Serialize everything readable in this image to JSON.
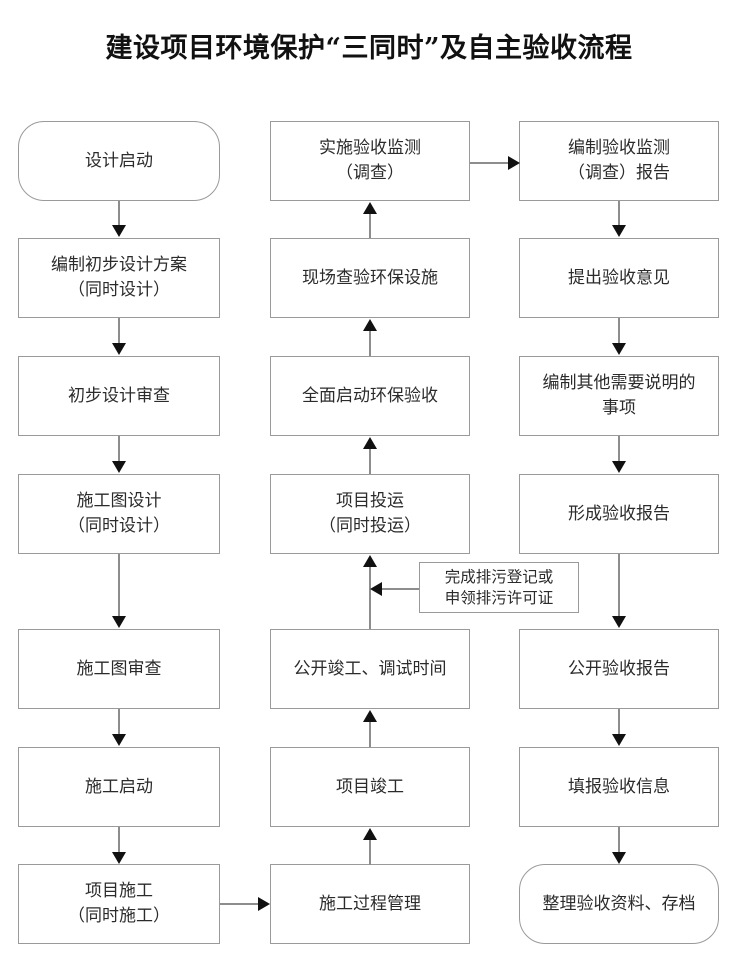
{
  "title": "建设项目环境保护“三同时”及自主验收流程",
  "colors": {
    "node_border": "#9a9a9a",
    "connector": "#8d8d8d",
    "arrowhead": "#111111",
    "text": "#2b2b2b",
    "background": "#ffffff"
  },
  "chart_data": {
    "type": "flowchart",
    "title": "建设项目环境保护“三同时”及自主验收流程",
    "columns": 3,
    "column_flow": [
      "top-to-bottom",
      "bottom-to-top",
      "top-to-bottom"
    ],
    "nodes": [
      {
        "id": "c1r1",
        "column": 1,
        "row": 1,
        "shape": "rounded",
        "label": "设计启动"
      },
      {
        "id": "c1r2",
        "column": 1,
        "row": 2,
        "shape": "rect",
        "label": "编制初步设计方案\n（同时设计）"
      },
      {
        "id": "c1r3",
        "column": 1,
        "row": 3,
        "shape": "rect",
        "label": "初步设计审查"
      },
      {
        "id": "c1r4",
        "column": 1,
        "row": 4,
        "shape": "rect",
        "label": "施工图设计\n（同时设计）"
      },
      {
        "id": "c1r5",
        "column": 1,
        "row": 5,
        "shape": "rect",
        "label": "施工图审查"
      },
      {
        "id": "c1r6",
        "column": 1,
        "row": 6,
        "shape": "rect",
        "label": "施工启动"
      },
      {
        "id": "c1r7",
        "column": 1,
        "row": 7,
        "shape": "rect",
        "label": "项目施工\n（同时施工）"
      },
      {
        "id": "c2r1",
        "column": 2,
        "row": 1,
        "shape": "rect",
        "label": "实施验收监测\n（调查）"
      },
      {
        "id": "c2r2",
        "column": 2,
        "row": 2,
        "shape": "rect",
        "label": "现场查验环保设施"
      },
      {
        "id": "c2r3",
        "column": 2,
        "row": 3,
        "shape": "rect",
        "label": "全面启动环保验收"
      },
      {
        "id": "c2r4",
        "column": 2,
        "row": 4,
        "shape": "rect",
        "label": "项目投运\n（同时投运）"
      },
      {
        "id": "c2r5",
        "column": 2,
        "row": 5,
        "shape": "rect",
        "label": "公开竣工、调试时间"
      },
      {
        "id": "c2r6",
        "column": 2,
        "row": 6,
        "shape": "rect",
        "label": "项目竣工"
      },
      {
        "id": "c2r7",
        "column": 2,
        "row": 7,
        "shape": "rect",
        "label": "施工过程管理"
      },
      {
        "id": "c3r1",
        "column": 3,
        "row": 1,
        "shape": "rect",
        "label": "编制验收监测\n（调查）报告"
      },
      {
        "id": "c3r2",
        "column": 3,
        "row": 2,
        "shape": "rect",
        "label": "提出验收意见"
      },
      {
        "id": "c3r3",
        "column": 3,
        "row": 3,
        "shape": "rect",
        "label": "编制其他需要说明的\n事项"
      },
      {
        "id": "c3r4",
        "column": 3,
        "row": 4,
        "shape": "rect",
        "label": "形成验收报告"
      },
      {
        "id": "c3r5",
        "column": 3,
        "row": 5,
        "shape": "rect",
        "label": "公开验收报告"
      },
      {
        "id": "c3r6",
        "column": 3,
        "row": 6,
        "shape": "rect",
        "label": "填报验收信息"
      },
      {
        "id": "c3r7",
        "column": 3,
        "row": 7,
        "shape": "rounded",
        "label": "整理验收资料、存档"
      }
    ],
    "annotations": [
      {
        "id": "note1",
        "shape": "rect",
        "label": "完成排污登记或\n申领排污许可证",
        "points_to": "c2r4_inflow"
      }
    ],
    "edges": [
      {
        "from": "c1r1",
        "to": "c1r2",
        "direction": "down"
      },
      {
        "from": "c1r2",
        "to": "c1r3",
        "direction": "down"
      },
      {
        "from": "c1r3",
        "to": "c1r4",
        "direction": "down"
      },
      {
        "from": "c1r4",
        "to": "c1r5",
        "direction": "down"
      },
      {
        "from": "c1r5",
        "to": "c1r6",
        "direction": "down"
      },
      {
        "from": "c1r6",
        "to": "c1r7",
        "direction": "down"
      },
      {
        "from": "c1r7",
        "to": "c2r7",
        "direction": "right"
      },
      {
        "from": "c2r7",
        "to": "c2r6",
        "direction": "up"
      },
      {
        "from": "c2r6",
        "to": "c2r5",
        "direction": "up"
      },
      {
        "from": "c2r5",
        "to": "c2r4",
        "direction": "up"
      },
      {
        "from": "note1",
        "to": "c2r5_to_c2r4",
        "direction": "left"
      },
      {
        "from": "c2r4",
        "to": "c2r3",
        "direction": "up"
      },
      {
        "from": "c2r3",
        "to": "c2r2",
        "direction": "up"
      },
      {
        "from": "c2r2",
        "to": "c2r1",
        "direction": "up"
      },
      {
        "from": "c2r1",
        "to": "c3r1",
        "direction": "right"
      },
      {
        "from": "c3r1",
        "to": "c3r2",
        "direction": "down"
      },
      {
        "from": "c3r2",
        "to": "c3r3",
        "direction": "down"
      },
      {
        "from": "c3r3",
        "to": "c3r4",
        "direction": "down"
      },
      {
        "from": "c3r4",
        "to": "c3r5",
        "direction": "down"
      },
      {
        "from": "c3r5",
        "to": "c3r6",
        "direction": "down"
      },
      {
        "from": "c3r6",
        "to": "c3r7",
        "direction": "down"
      }
    ]
  }
}
